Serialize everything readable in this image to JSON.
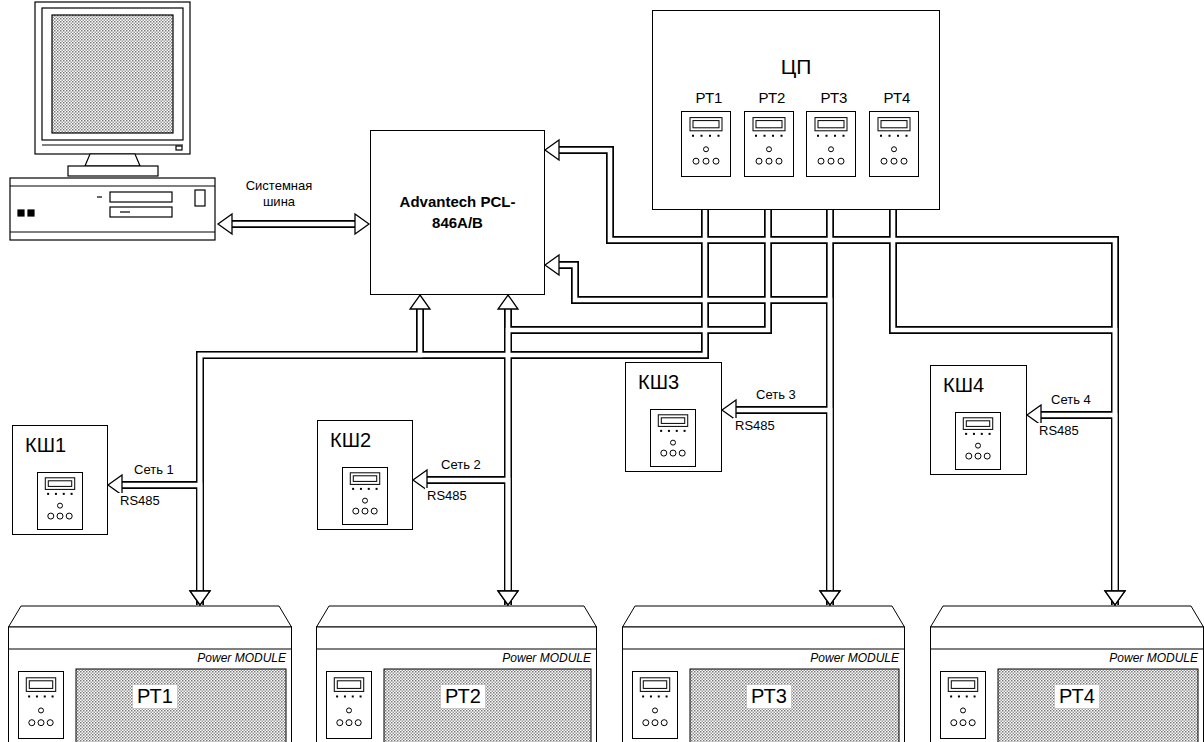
{
  "diagram": {
    "nodes": [
      {
        "text": [
          "Advantech PCL-846A/B"
        ]
      },
      {
        "text": [
          "ЦП"
        ]
      },
      {
        "text": [
          "РТ1"
        ],
        "in": 1
      },
      {
        "text": [
          "РТ2"
        ],
        "in": 1
      },
      {
        "text": [
          "РТ3"
        ],
        "in": 1
      },
      {
        "text": [
          "РТ4"
        ],
        "in": 1
      },
      {
        "text": [
          "КШ1"
        ]
      },
      {
        "text": [
          "КШ2"
        ]
      },
      {
        "text": [
          "КШ3"
        ]
      },
      {
        "text": [
          "КШ4"
        ]
      },
      {
        "text": [
          "Power MODULE",
          "РТ1"
        ]
      },
      {
        "text": [
          "Power MODULE",
          "РТ2"
        ]
      },
      {
        "text": [
          "Power MODULE",
          "РТ3"
        ]
      },
      {
        "text": [
          "Power MODULE",
          "РТ4"
        ]
      }
    ],
    "edges": [
      {
        "from": 0,
        "to": 10,
        "arrow": "both"
      },
      {
        "from": 2,
        "to": 10,
        "arrow": "both"
      },
      {
        "from": 10,
        "to": 6,
        "arrow": "to",
        "label": "Сеть 1"
      },
      {
        "from": 0,
        "to": 11,
        "arrow": "both"
      },
      {
        "from": 3,
        "to": 11,
        "arrow": "both"
      },
      {
        "from": 11,
        "to": 7,
        "arrow": "to",
        "label": "Сеть 2"
      },
      {
        "from": 0,
        "to": 12,
        "arrow": "both"
      },
      {
        "from": 4,
        "to": 12,
        "arrow": "both"
      },
      {
        "from": 12,
        "to": 8,
        "arrow": "to",
        "label": "Сеть 3"
      },
      {
        "from": 0,
        "to": 13,
        "arrow": "both"
      },
      {
        "from": 5,
        "to": 13,
        "arrow": "both"
      },
      {
        "from": 13,
        "to": 9,
        "arrow": "to",
        "label": "Сеть 4"
      }
    ],
    "labels": [
      "Системная шина",
      "RS485",
      "RS485",
      "RS485",
      "RS485"
    ]
  }
}
